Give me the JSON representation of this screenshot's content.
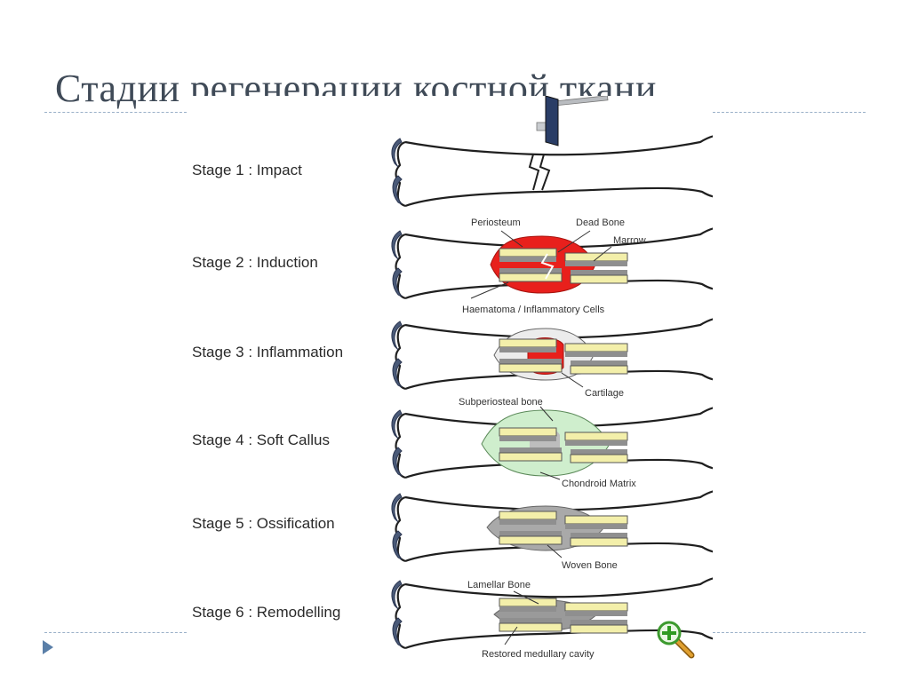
{
  "slide": {
    "title": "Стадии регенерации костной ткани"
  },
  "stages": [
    {
      "label": "Stage 1 : Impact"
    },
    {
      "label": "Stage 2 : Induction"
    },
    {
      "label": "Stage 3 : Inflammation"
    },
    {
      "label": "Stage 4 : Soft Callus"
    },
    {
      "label": "Stage 5 : Ossification"
    },
    {
      "label": "Stage 6 : Remodelling"
    }
  ],
  "annotations": {
    "periosteum": "Periosteum",
    "dead_bone": "Dead Bone",
    "marrow": "Marrow",
    "haematoma": "Haematoma / Inflammatory Cells",
    "cartilage": "Cartilage",
    "subperiosteal": "Subperiosteal bone",
    "chondroid": "Chondroid Matrix",
    "woven": "Woven Bone",
    "lamellar": "Lamellar Bone",
    "restored": "Restored medullary cavity"
  },
  "colors": {
    "title": "#3f4a57",
    "haematoma": "#e8201c",
    "cortex": "#f3efaa",
    "marrow": "#8f8f8f",
    "soft_callus": "#cfeecd",
    "rule": "#9ab0c8",
    "nav_arrow": "#5a7fa8"
  },
  "icons": {
    "hammer": "hammer-icon",
    "zoom": "zoom-in-icon",
    "nav": "play-triangle-icon"
  }
}
